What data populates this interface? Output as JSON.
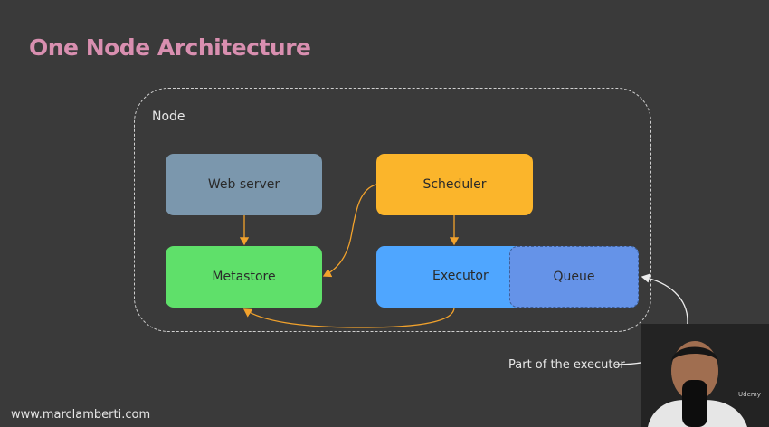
{
  "title": "One Node Architecture",
  "node": {
    "label": "Node"
  },
  "components": {
    "web_server": "Web server",
    "scheduler": "Scheduler",
    "metastore": "Metastore",
    "executor": "Executor",
    "queue": "Queue"
  },
  "annotation": "Part of the executor",
  "footer": {
    "url": "www.marclamberti.com",
    "brand": "Udemy"
  },
  "colors": {
    "title": "#d98fb0",
    "web_server": "#7b97ad",
    "scheduler": "#fbb52b",
    "metastore": "#5fe06a",
    "executor": "#4fa6ff",
    "queue": "#6593e8",
    "arrow": "#f2a22c"
  }
}
